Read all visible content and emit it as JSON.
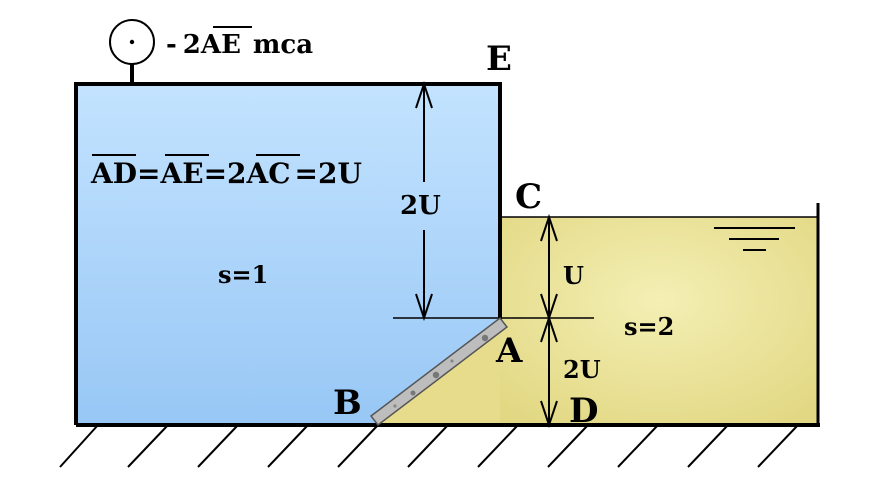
{
  "gauge": {
    "reading": "- 2AE mca",
    "sign": "-",
    "value": "2",
    "overline": "AE",
    "unit": "mca"
  },
  "tank_left": {
    "equation": "AD=AE=2AC=2U",
    "eq_part1": "AD",
    "eq_part2": "AE",
    "eq_part3_coef": "2",
    "eq_part3": "AC",
    "eq_part4": "2U",
    "density_label": "s=1"
  },
  "tank_right": {
    "density_label": "s=2"
  },
  "points": {
    "A": "A",
    "B": "B",
    "C": "C",
    "D": "D",
    "E": "E"
  },
  "dimensions": {
    "height_left": "2U",
    "height_C_A": "U",
    "height_A_D": "2U"
  },
  "colors": {
    "fluid_left_top": "#bfe0ff",
    "fluid_left_bottom": "#9ecbf7",
    "fluid_right": "#ece496",
    "gate": "#b9b9b9",
    "outline": "#000000"
  }
}
